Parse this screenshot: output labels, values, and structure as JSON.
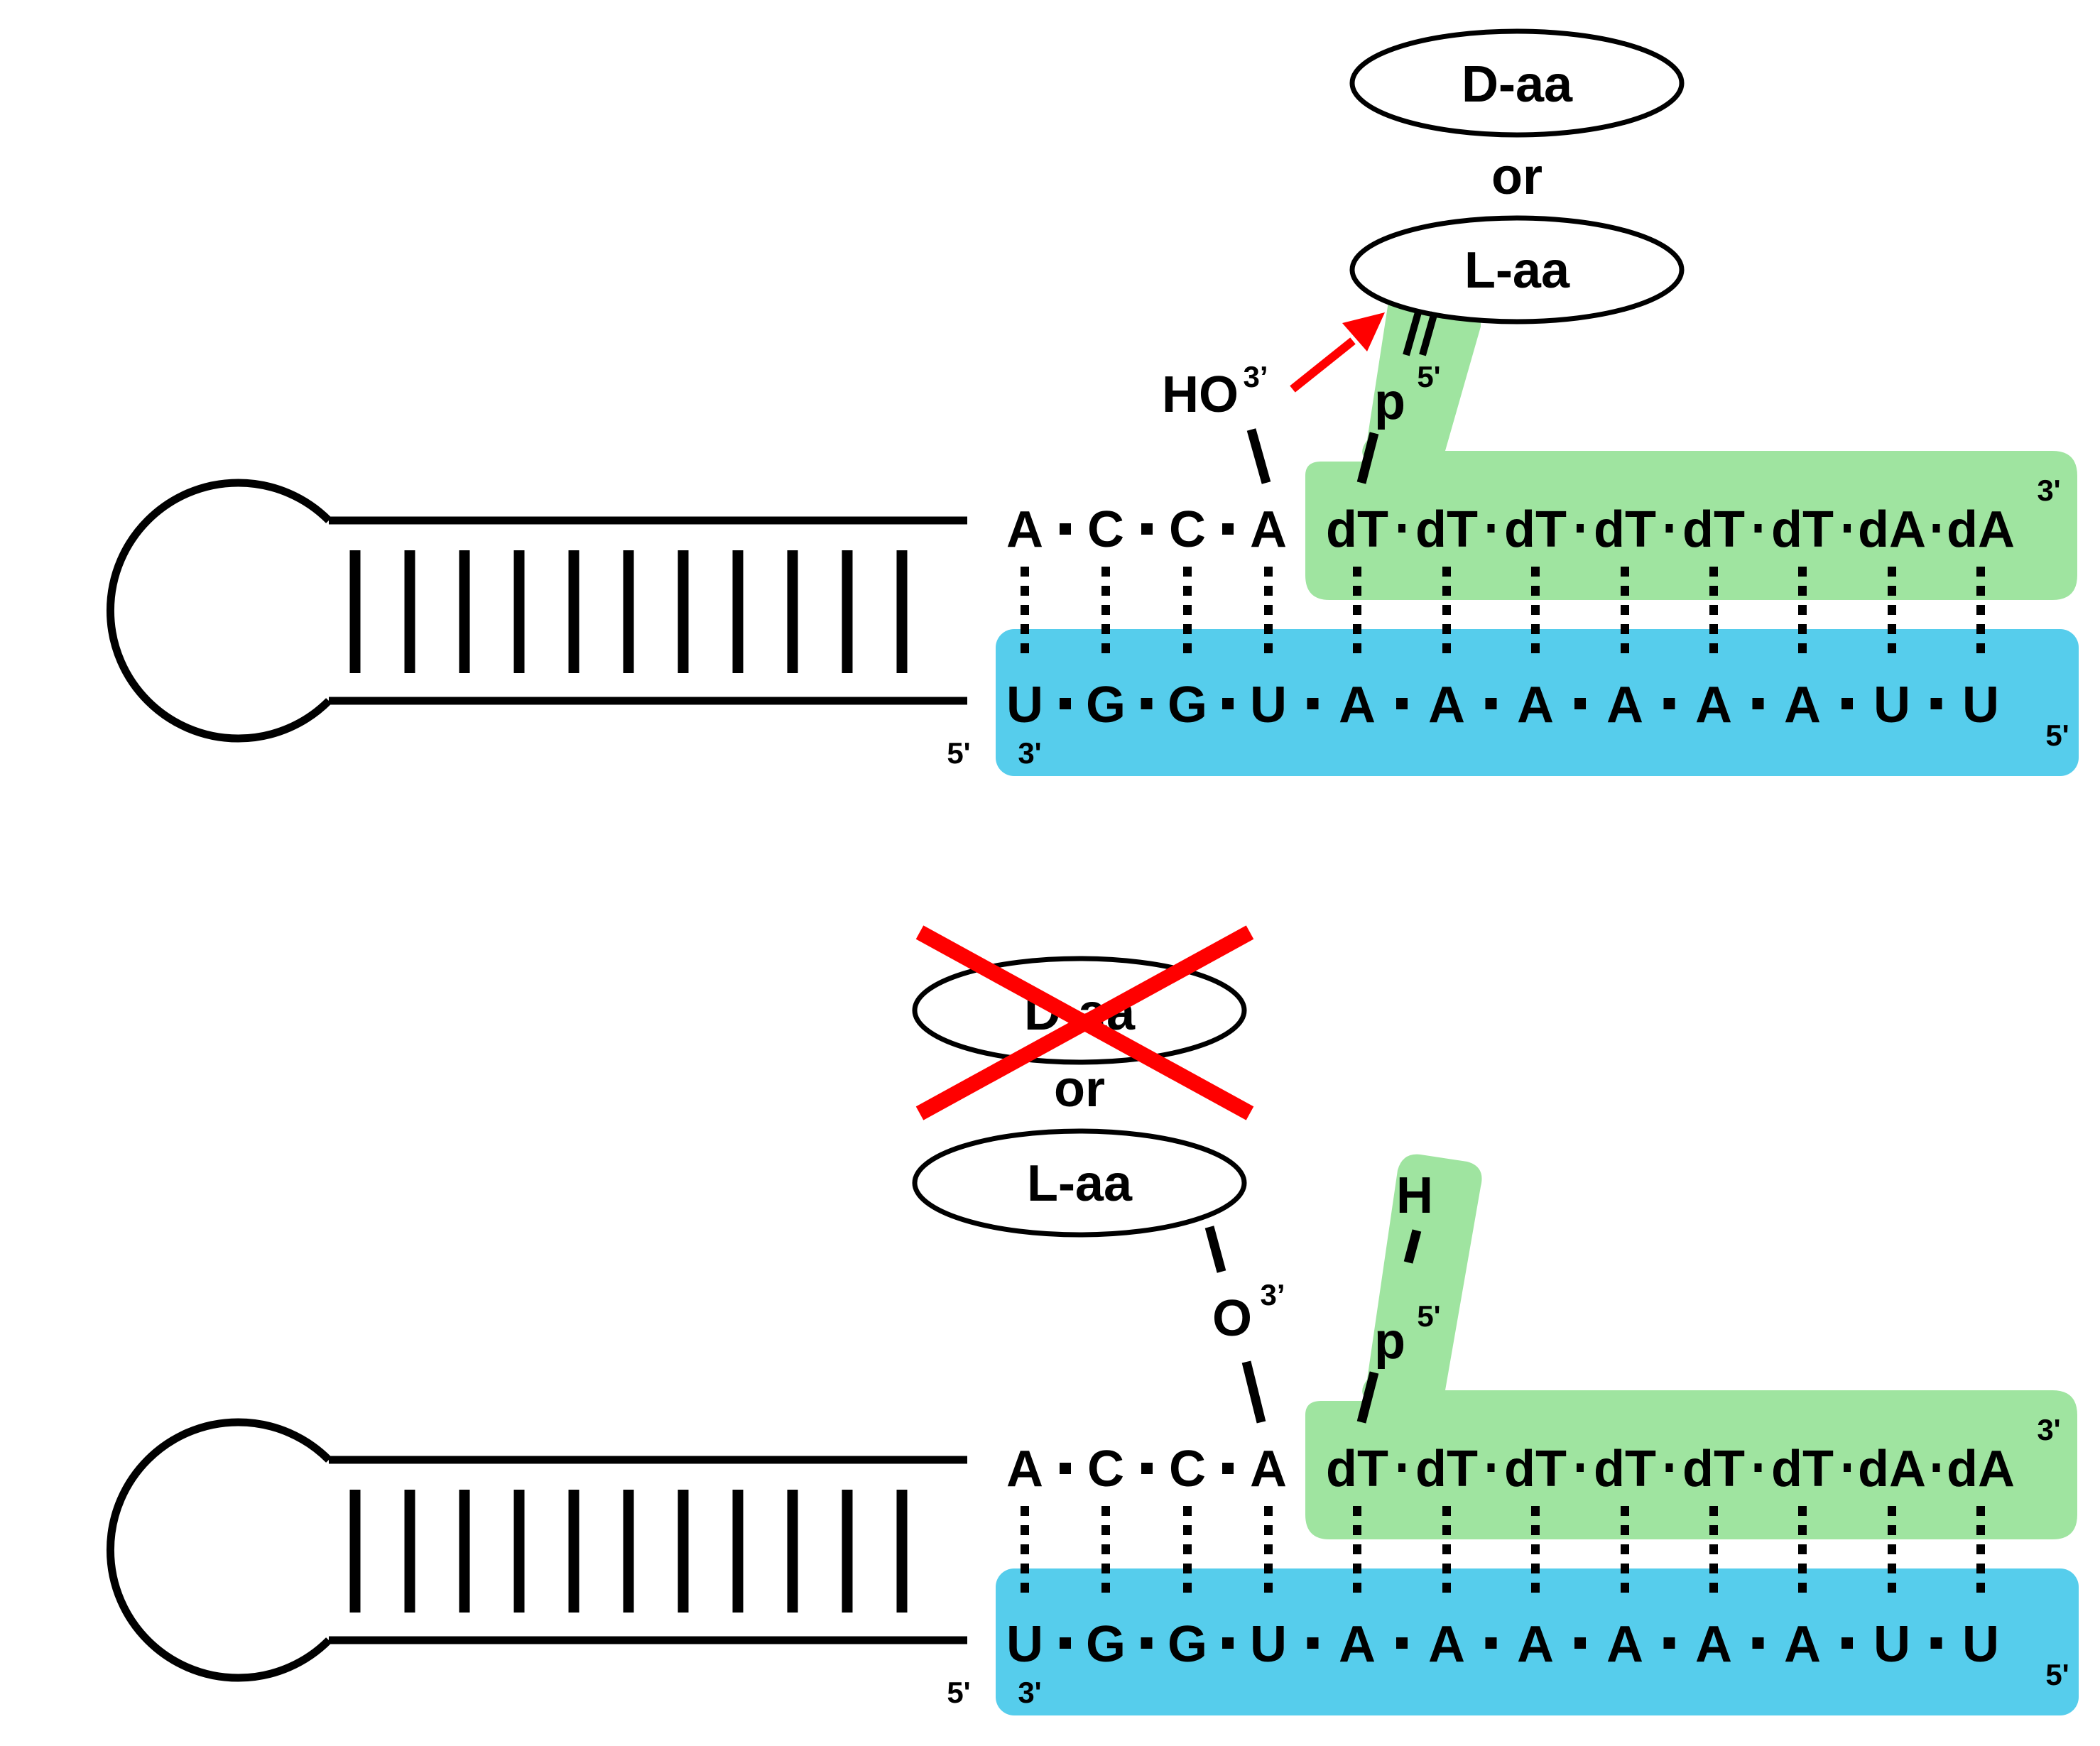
{
  "colors": {
    "dna_strand": "#9fe4a0",
    "rna_strand": "#56cdec",
    "arrow": "#ff0000",
    "cross": "#ff0000",
    "line": "#000000"
  },
  "panels": [
    {
      "top_strand": [
        "A",
        "C",
        "C",
        "A"
      ],
      "dna_strand": [
        "dT",
        "dT",
        "dT",
        "dT",
        "dT",
        "dT",
        "dA",
        "dA"
      ],
      "dna_end_label": "3'",
      "bottom_strand": [
        "U",
        "G",
        "G",
        "U",
        "A",
        "A",
        "A",
        "A",
        "A",
        "A",
        "U",
        "U"
      ],
      "hairpin_5prime_label": "5'",
      "bottom_3prime_label": "3'",
      "bottom_5prime_label": "5'",
      "upper_amino_acid": "D-aa",
      "or_label": "or",
      "lower_amino_acid": "L-aa",
      "hydroxyl_label": "HO",
      "hydroxyl_superscript": "3’",
      "phosphate_label": "p",
      "phosphate_superscript": "5'"
    },
    {
      "top_strand": [
        "A",
        "C",
        "C",
        "A"
      ],
      "dna_strand": [
        "dT",
        "dT",
        "dT",
        "dT",
        "dT",
        "dT",
        "dA",
        "dA"
      ],
      "dna_end_label": "3'",
      "bottom_strand": [
        "U",
        "G",
        "G",
        "U",
        "A",
        "A",
        "A",
        "A",
        "A",
        "A",
        "U",
        "U"
      ],
      "hairpin_5prime_label": "5'",
      "bottom_3prime_label": "3'",
      "bottom_5prime_label": "5'",
      "upper_amino_acid": "D-aa",
      "or_label": "or",
      "lower_amino_acid": "L-aa",
      "oxygen_label": "O",
      "oxygen_superscript": "3’",
      "hydrogen_label": "H",
      "phosphate_label": "p",
      "phosphate_superscript": "5'"
    }
  ]
}
